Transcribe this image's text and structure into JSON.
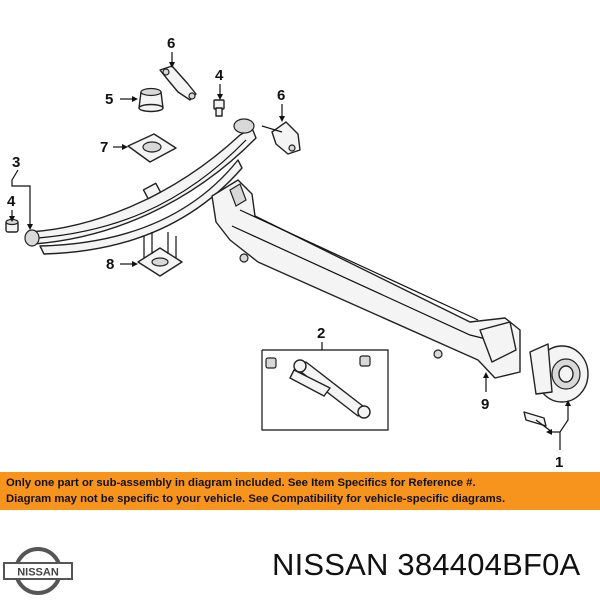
{
  "callouts": {
    "c1": "1",
    "c2": "2",
    "c3": "3",
    "c4a": "4",
    "c4b": "4",
    "c5": "5",
    "c6a": "6",
    "c6b": "6",
    "c7": "7",
    "c8": "8",
    "c9": "9"
  },
  "banner": {
    "line1": "Only one part or sub-assembly in diagram included. See Item Specifics for Reference #.",
    "line2": "Diagram may not be specific to your vehicle. See Compatibility for vehicle-specific diagrams."
  },
  "brand": {
    "logo_text": "NISSAN",
    "part_title": "NISSAN 384404BF0A"
  },
  "colors": {
    "banner": "#f7941d",
    "line": "#111111"
  },
  "icons": {
    "logo": "nissan-logo-icon"
  }
}
